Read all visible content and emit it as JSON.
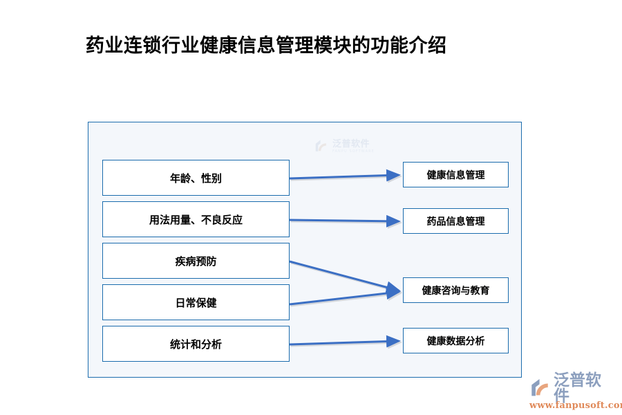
{
  "page": {
    "title": "药业连锁行业健康信息管理模块的功能介绍",
    "background_color": "#ffffff"
  },
  "diagram": {
    "container": {
      "fill_color": "#f4f7fb",
      "border_color": "#1b6cad"
    },
    "watermark": {
      "cn": "泛普软件",
      "en": "FANPU SOFTWARE",
      "mark_icon": "fanpu-logo-icon"
    },
    "node_border_color": "#1b6cad",
    "arrow_color": "#3b6fc4",
    "left_nodes": [
      {
        "label": "年龄、性别"
      },
      {
        "label": "用法用量、不良反应"
      },
      {
        "label": "疾病预防"
      },
      {
        "label": "日常保健"
      },
      {
        "label": "统计和分析"
      }
    ],
    "right_nodes": [
      {
        "label": "健康信息管理"
      },
      {
        "label": "药品信息管理"
      },
      {
        "label": "健康咨询与教育"
      },
      {
        "label": "健康数据分析"
      }
    ],
    "connections": [
      {
        "from": "年龄、性别",
        "to": "健康信息管理"
      },
      {
        "from": "用法用量、不良反应",
        "to": "药品信息管理"
      },
      {
        "from": "疾病预防",
        "to": "健康咨询与教育"
      },
      {
        "from": "日常保健",
        "to": "健康咨询与教育"
      },
      {
        "from": "统计和分析",
        "to": "健康数据分析"
      }
    ]
  },
  "brand": {
    "name_cn": "泛普软件",
    "url": "www.fanpusoft.com",
    "mark_icon": "fanpu-logo-icon",
    "name_color": "#8c9fbe",
    "url_color": "#e08a5a"
  }
}
